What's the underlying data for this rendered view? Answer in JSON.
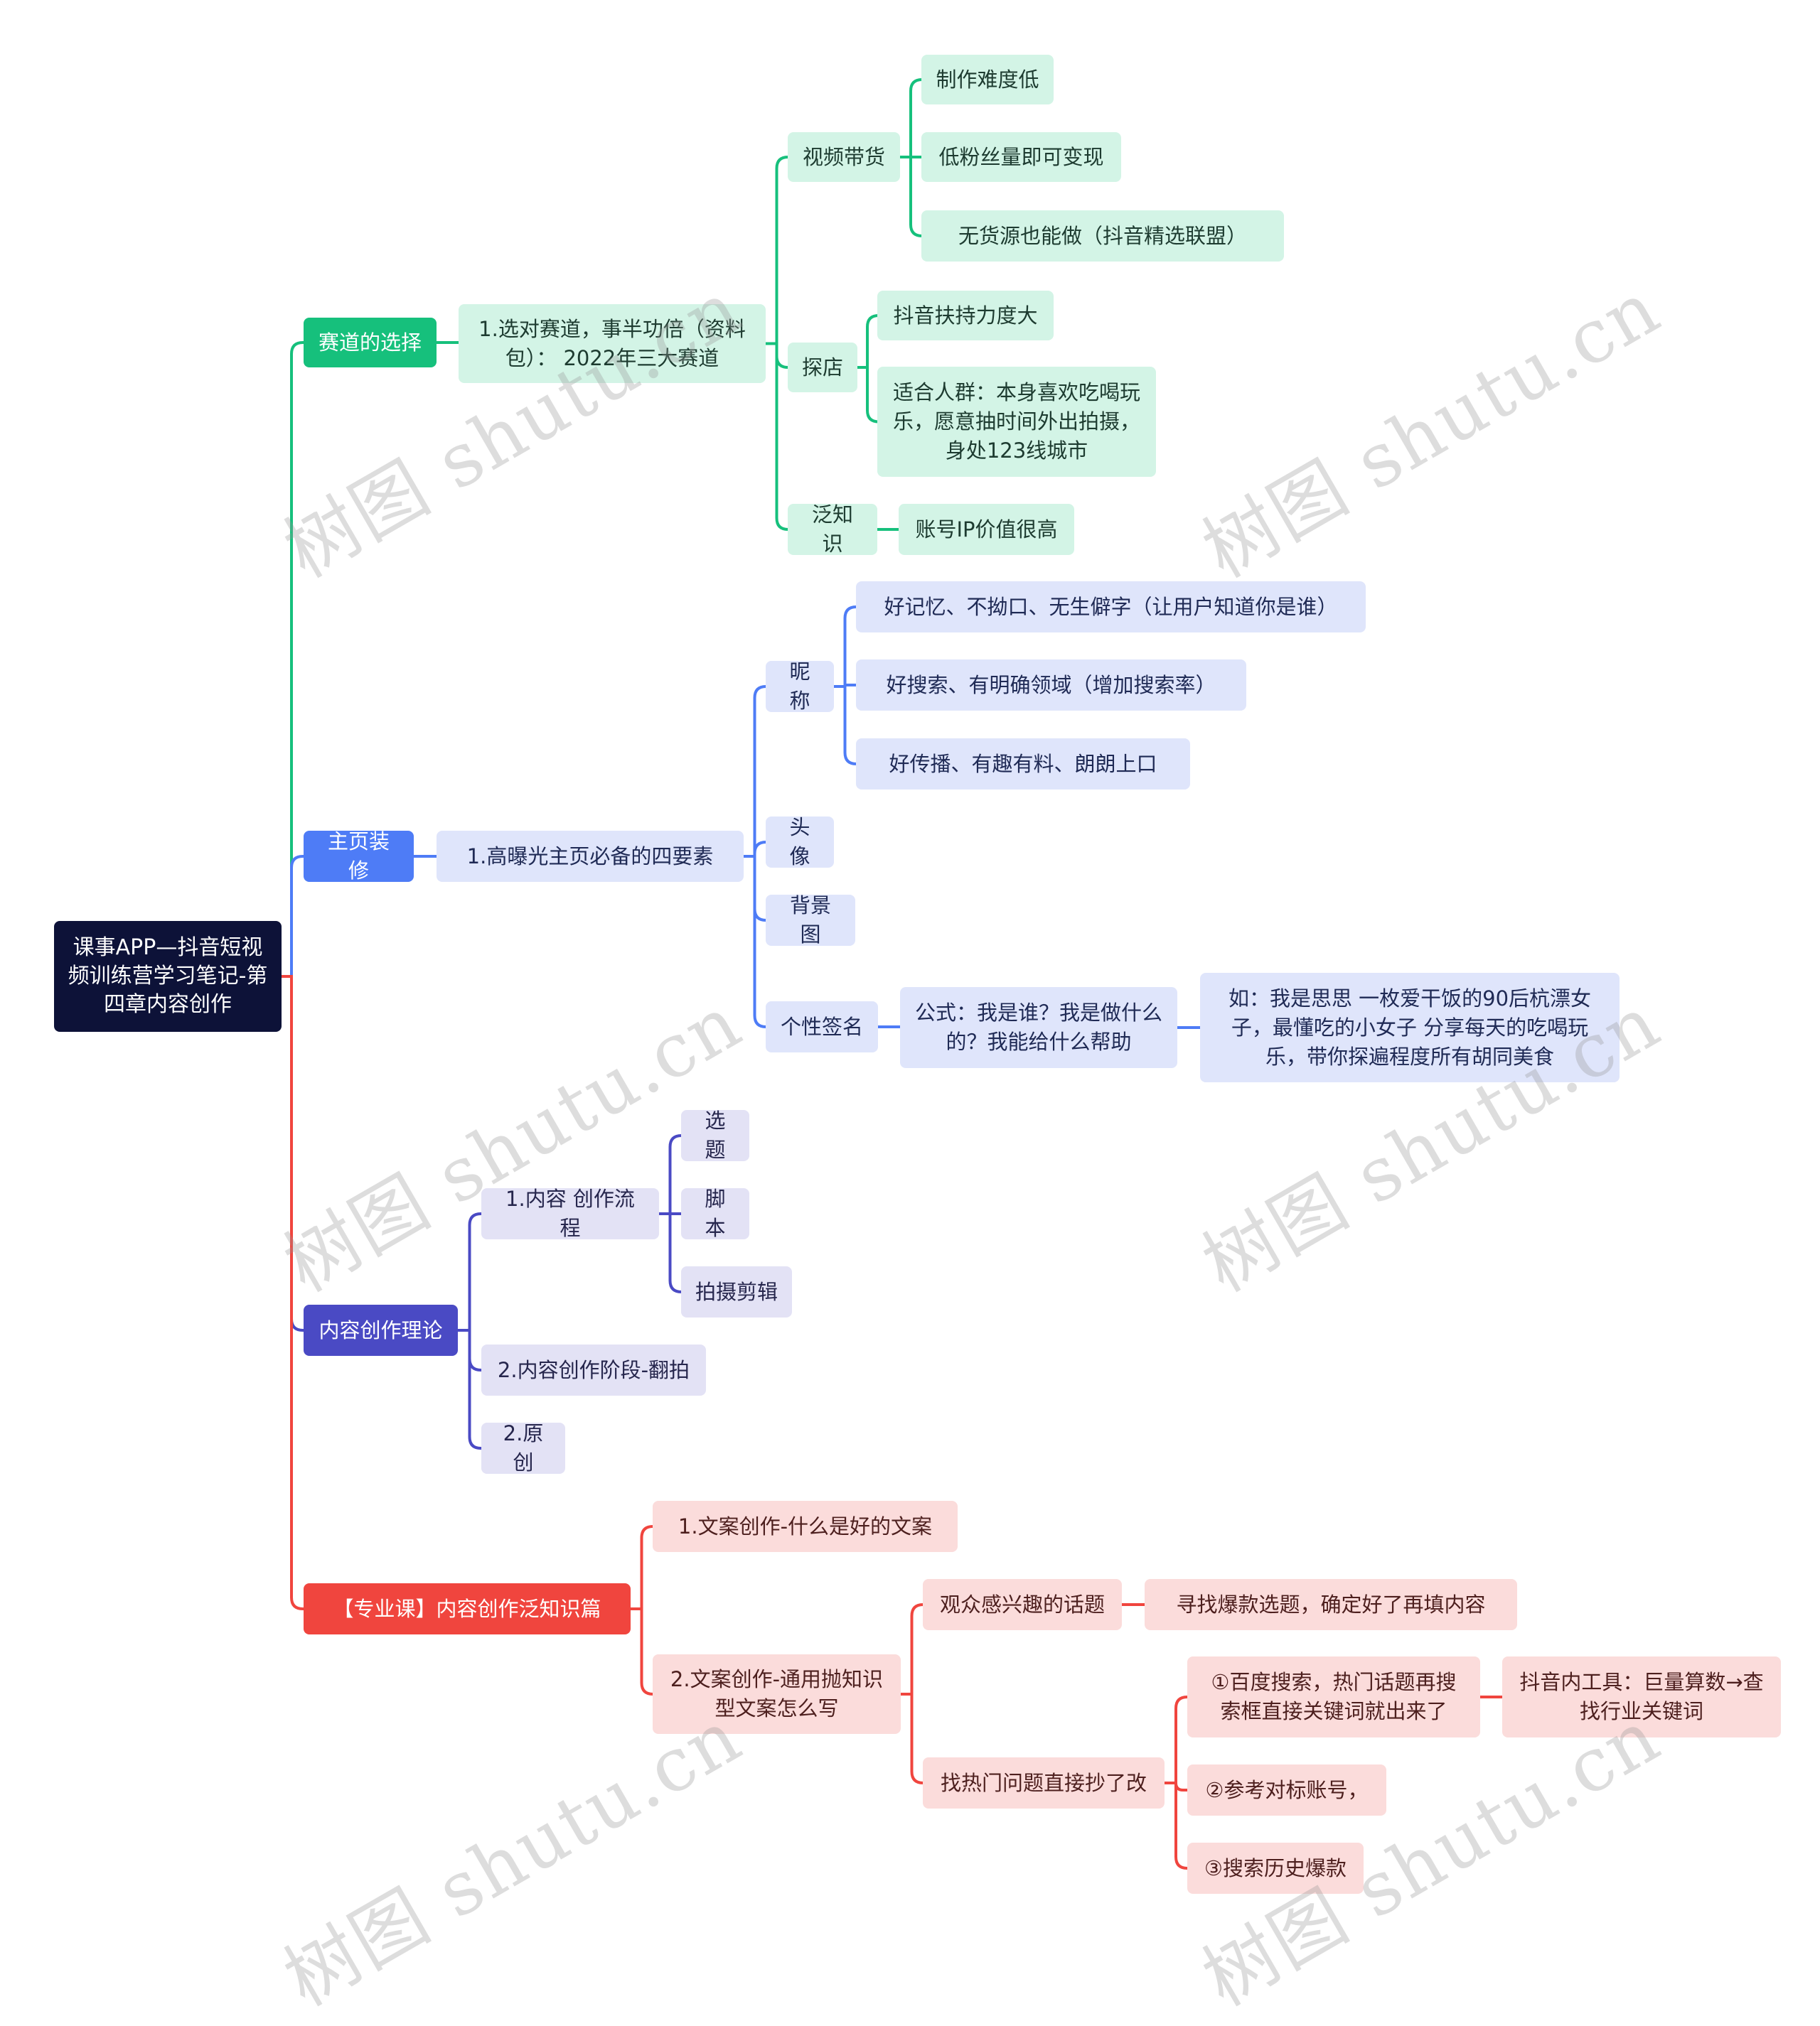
{
  "root": {
    "label": "课事APP—抖音短视频训练营学习笔记-第四章内容创作"
  },
  "branches": {
    "b1": {
      "label": "赛道的选择",
      "color": "#16c07c",
      "l2": {
        "label": "1.选对赛道，事半功倍（资料包）： 2022年三大赛道"
      },
      "l3": {
        "video": {
          "label": "视频带货",
          "items": [
            "制作难度低",
            "低粉丝量即可变现",
            "无货源也能做（抖音精选联盟）"
          ]
        },
        "shop": {
          "label": "探店",
          "items": [
            "抖音扶持力度大",
            "适合人群：本身喜欢吃喝玩乐，愿意抽时间外出拍摄，身处123线城市"
          ]
        },
        "know": {
          "label": "泛知识",
          "items": [
            "账号IP价值很高"
          ]
        }
      }
    },
    "b2": {
      "label": "主页装修",
      "color": "#4e7cf6",
      "l2": {
        "label": "1.高曝光主页必备的四要素"
      },
      "l3": {
        "nick": {
          "label": "昵称",
          "items": [
            "好记忆、不拗口、无生僻字（让用户知道你是谁）",
            "好搜索、有明确领域（增加搜索率）",
            "好传播、有趣有料、朗朗上口"
          ]
        },
        "avatar": {
          "label": "头像"
        },
        "bg": {
          "label": "背景图"
        },
        "sign": {
          "label": "个性签名",
          "formula": "公式：我是谁？我是做什么的？我能给什么帮助",
          "example": "如：我是思思 一枚爱干饭的90后杭漂女子，最懂吃的小女子 分享每天的吃喝玩乐，带你探遍程度所有胡同美食"
        }
      }
    },
    "b3": {
      "label": "内容创作理论",
      "color": "#4a4ac4",
      "l2": [
        {
          "label": "1.内容 创作流程",
          "items": [
            "选题",
            "脚本",
            "拍摄剪辑"
          ]
        },
        {
          "label": "2.内容创作阶段-翻拍"
        },
        {
          "label": "2.原创"
        }
      ]
    },
    "b4": {
      "label": "【专业课】内容创作泛知识篇",
      "color": "#f0453e",
      "l2a": {
        "label": "1.文案创作-什么是好的文案"
      },
      "l2b": {
        "label": "2.文案创作-通用抛知识型文案怎么写"
      },
      "topic": {
        "label": "观众感兴趣的话题",
        "child": "寻找爆款选题，确定好了再填内容"
      },
      "hot": {
        "label": "找热门问题直接抄了改",
        "items": [
          "①百度搜索，热门话题再搜索框直接关键词就出来了",
          "②参考对标账号，",
          "③搜索历史爆款"
        ],
        "tool": "抖音内工具：巨量算数→查找行业关键词"
      }
    }
  },
  "watermark": {
    "text": "树图 shutu.cn"
  }
}
